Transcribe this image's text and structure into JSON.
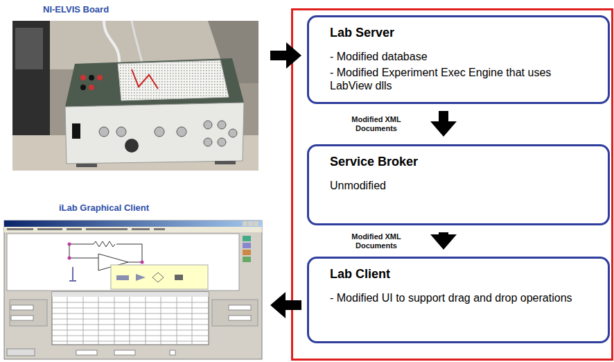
{
  "diagram": {
    "nodes": [
      {
        "text": [
          "NI-ELVIS Board"
        ]
      },
      {
        "text": [
          "Lab Server",
          "- Modified database",
          "- Modified Experiment Exec Engine that uses LabView dlls"
        ]
      },
      {
        "text": [
          "Service Broker",
          "Unmodified"
        ]
      },
      {
        "text": [
          "Lab Client",
          "- Modified UI to support drag and drop operations"
        ]
      },
      {
        "text": [
          "iLab Graphical Client"
        ]
      }
    ],
    "edges": [
      {
        "from": 0,
        "to": 1,
        "arrow": "to"
      },
      {
        "from": 1,
        "to": 2,
        "label": "Modified XML Documents",
        "arrow": "to"
      },
      {
        "from": 2,
        "to": 3,
        "label": "Modified XML Documents",
        "arrow": "to"
      },
      {
        "from": 3,
        "to": 4,
        "arrow": "to"
      }
    ]
  }
}
